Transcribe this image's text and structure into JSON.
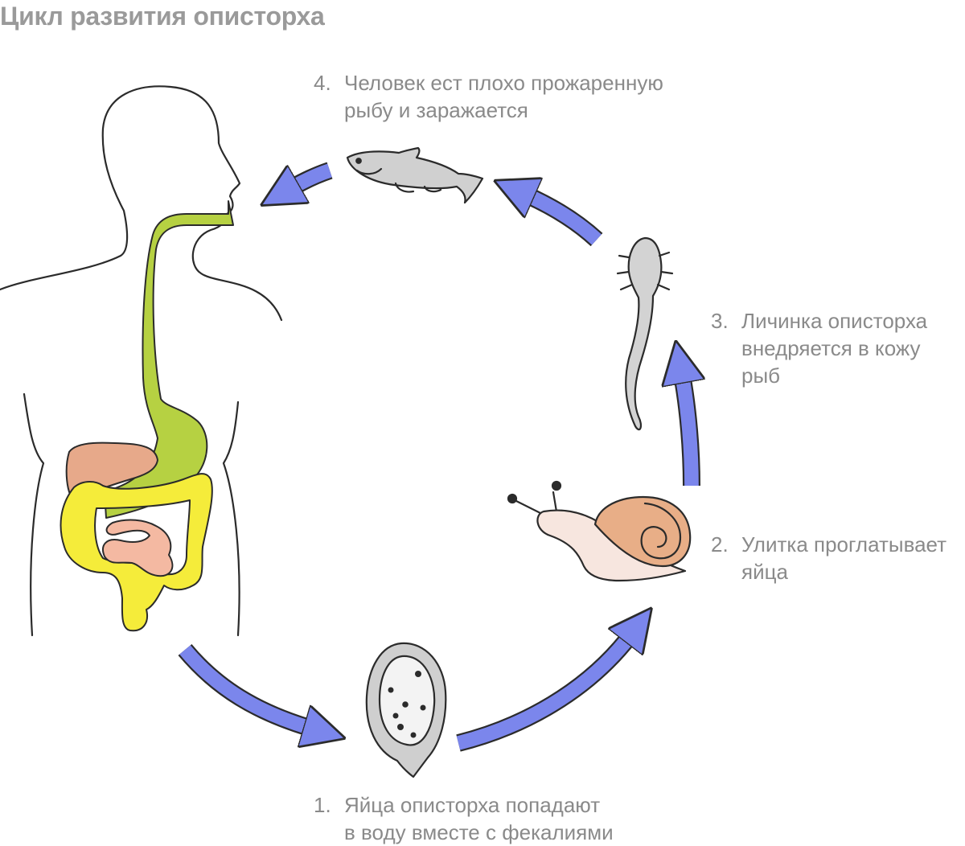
{
  "title": "Цикл развития описторха",
  "steps": [
    {
      "num": "1.",
      "text": "Яйца описторха попадают\nв воду вместе с фекалиями"
    },
    {
      "num": "2.",
      "text": "Улитка проглатывает\nяйца"
    },
    {
      "num": "3.",
      "text": "Личинка описторха\nвнедряется в кожу\nрыб"
    },
    {
      "num": "4.",
      "text": "Человек ест плохо прожаренную\nрыбу и заражается"
    }
  ],
  "colors": {
    "arrow": "#7b86ec",
    "outline": "#2b2b2b",
    "esophagus": "#b6d142",
    "liver": "#e7a98a",
    "colon": "#f5ec3a",
    "small_intestine": "#f4b9a2",
    "snail_shell": "#e8ae87",
    "snail_body": "#f7e6df",
    "fish": "#d0d0d0",
    "egg_shell": "#cfcfcf",
    "egg_inner": "#f3f3f3",
    "larva": "#d3d3d3"
  },
  "icons": [
    "human-silhouette-icon",
    "fish-icon",
    "larva-icon",
    "snail-icon",
    "egg-icon"
  ]
}
